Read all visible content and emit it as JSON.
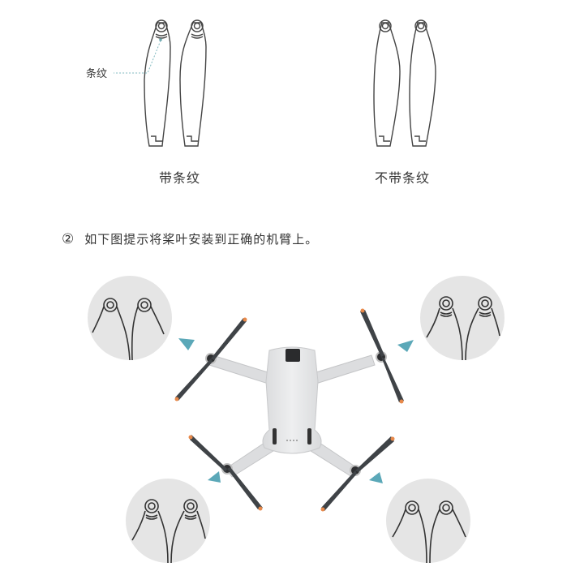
{
  "top_section": {
    "striped_label": "条纹",
    "left_caption": "带条纹",
    "right_caption": "不带条纹"
  },
  "instruction": {
    "number": "②",
    "text": "如下图提示将桨叶安装到正确的机臂上。"
  },
  "diagram": {
    "arrow_color": "#5ba8b8",
    "circle_color": "#e5e5e5",
    "propeller_color": "#3f4347",
    "propeller_tip_color": "#e8894a",
    "body_color": "#e3e4e6",
    "detail_circles": [
      {
        "position": "top-left",
        "striped": false
      },
      {
        "position": "top-right",
        "striped": true
      },
      {
        "position": "bottom-left",
        "striped": true
      },
      {
        "position": "bottom-right",
        "striped": false
      }
    ]
  }
}
